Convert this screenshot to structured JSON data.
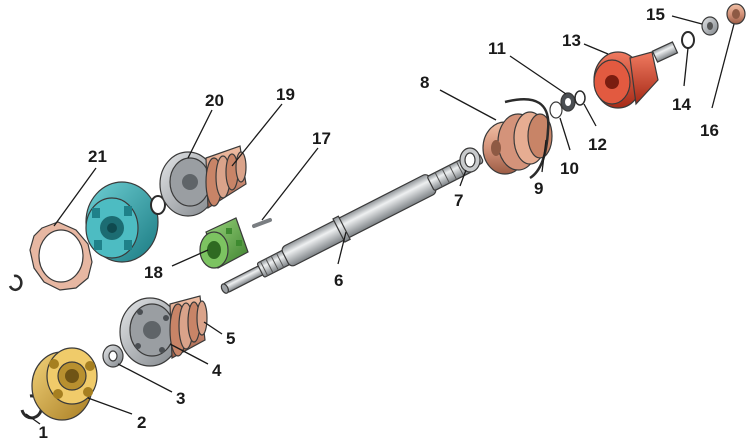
{
  "parts": [
    {
      "id": "part-1",
      "label": "1"
    },
    {
      "id": "part-2",
      "label": "2"
    },
    {
      "id": "part-3",
      "label": "3"
    },
    {
      "id": "part-4",
      "label": "4"
    },
    {
      "id": "part-5",
      "label": "5"
    },
    {
      "id": "part-6",
      "label": "6"
    },
    {
      "id": "part-7",
      "label": "7"
    },
    {
      "id": "part-8",
      "label": "8"
    },
    {
      "id": "part-9",
      "label": "9"
    },
    {
      "id": "part-10",
      "label": "10"
    },
    {
      "id": "part-11",
      "label": "11"
    },
    {
      "id": "part-12",
      "label": "12"
    },
    {
      "id": "part-13",
      "label": "13"
    },
    {
      "id": "part-14",
      "label": "14"
    },
    {
      "id": "part-15",
      "label": "15"
    },
    {
      "id": "part-16",
      "label": "16"
    },
    {
      "id": "part-17",
      "label": "17"
    },
    {
      "id": "part-18",
      "label": "18"
    },
    {
      "id": "part-19",
      "label": "19"
    },
    {
      "id": "part-20",
      "label": "20"
    },
    {
      "id": "part-21",
      "label": "21"
    }
  ],
  "colors": {
    "gold": "#d8b24a",
    "teal": "#2ea6ad",
    "green": "#5fae4a",
    "copper": "#d4937a",
    "red": "#d2422c",
    "steel": "#b5b8bb",
    "gasket": "#e7b7a2"
  }
}
